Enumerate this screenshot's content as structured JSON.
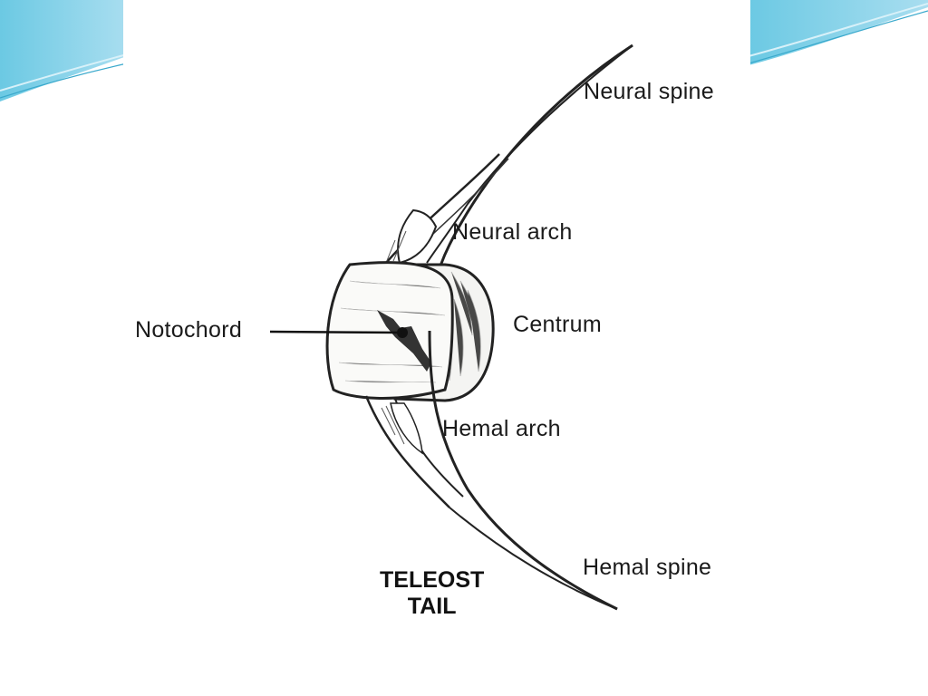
{
  "slide": {
    "accent_color": "#5bc3e0",
    "accent_light": "#b7e3f0"
  },
  "diagram": {
    "labels": {
      "neural_spine": "Neural spine",
      "neural_arch": "Neural arch",
      "centrum": "Centrum",
      "notochord": "Notochord",
      "hemal_arch": "Hemal arch",
      "hemal_spine": "Hemal spine"
    },
    "caption_line1": "TELEOST",
    "caption_line2": "TAIL"
  }
}
